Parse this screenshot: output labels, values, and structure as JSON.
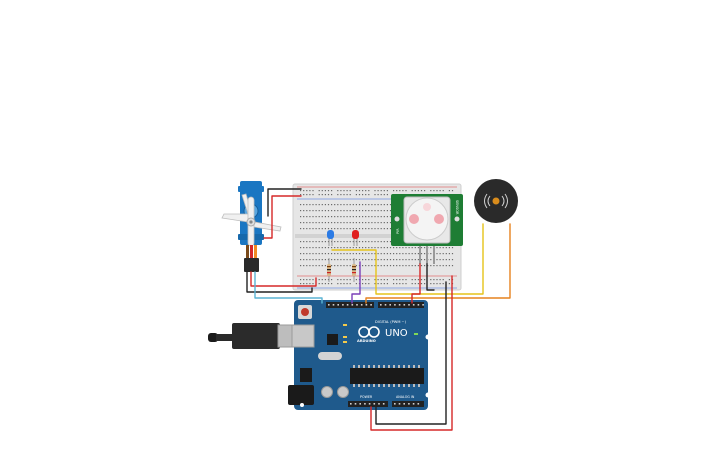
{
  "board": {
    "logo_text": "ARDUINO",
    "model_text": "UNO",
    "digital_header_text": "DIGITAL (PWM ~)",
    "power_header_text": "POWER",
    "analog_header_text": "ANALOG IN"
  },
  "pir_sensor": {
    "left_label": "PIR",
    "right_label": "SENSOR"
  },
  "colors": {
    "board_blue": "#1f5a8c",
    "breadboard": "#e6e6e6",
    "pir_green": "#1e7d34",
    "servo_blue": "#1a76c2",
    "buzzer_body": "#2a2a2a",
    "buzzer_center": "#d98c1c",
    "led_blue": "#2c7be5",
    "led_red": "#e02020"
  },
  "wires": [
    {
      "name": "wire-servo-red",
      "color": "#d62828"
    },
    {
      "name": "wire-servo-black",
      "color": "#222222"
    },
    {
      "name": "wire-servo-cyan",
      "color": "#5ab4d4"
    },
    {
      "name": "wire-purple",
      "color": "#7b3fb8"
    },
    {
      "name": "wire-yellow",
      "color": "#e5c31a"
    },
    {
      "name": "wire-orange",
      "color": "#e6821e"
    },
    {
      "name": "wire-pir-red",
      "color": "#d62828"
    },
    {
      "name": "wire-pir-black",
      "color": "#222222"
    },
    {
      "name": "wire-bottom-black",
      "color": "#222222"
    },
    {
      "name": "wire-bottom-red",
      "color": "#d62828"
    }
  ]
}
